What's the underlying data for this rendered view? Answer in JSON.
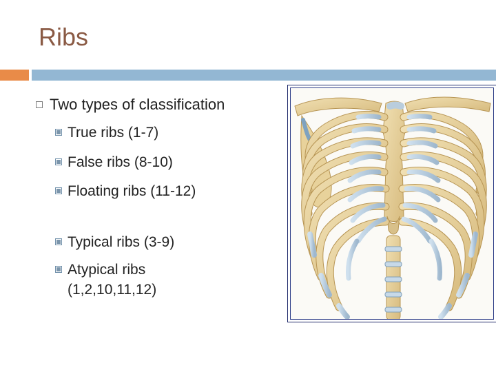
{
  "slide": {
    "title": "Ribs",
    "bullets": {
      "main": "Two types of classification",
      "items": [
        "True ribs (1-7)",
        "False ribs (8-10)",
        "Floating ribs (11-12)",
        "Typical ribs (3-9)",
        "Atypical ribs (1,2,10,11,12)"
      ]
    }
  },
  "colors": {
    "title": "#8a5a44",
    "accent_orange": "#e98b48",
    "accent_blue": "#93b7d3",
    "bone": "#e6cf98",
    "cartilage": "#b9cddd"
  }
}
